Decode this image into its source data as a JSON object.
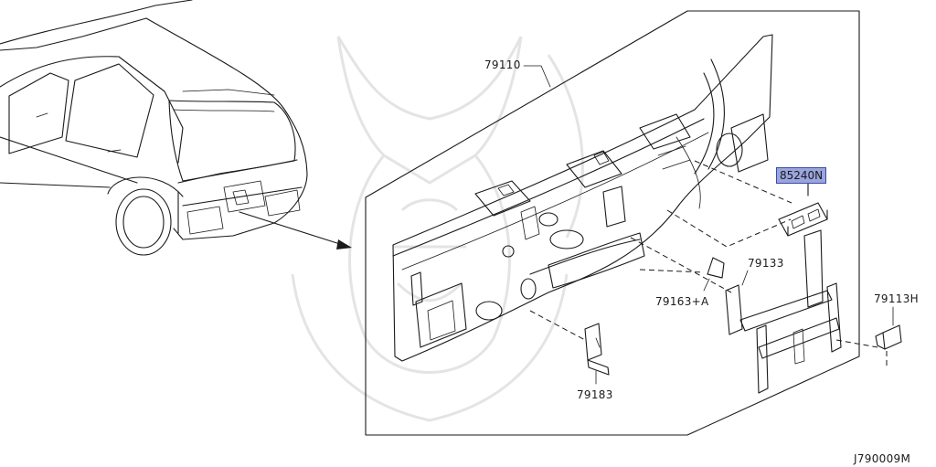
{
  "diagram": {
    "diagram_code": "J790009M",
    "parts": [
      {
        "id": "main-panel",
        "number": "79110"
      },
      {
        "id": "highlighted-part",
        "number": "85240N",
        "highlighted": true
      },
      {
        "id": "bracket-a",
        "number": "79163+A"
      },
      {
        "id": "frame",
        "number": "79133"
      },
      {
        "id": "clip",
        "number": "79113H"
      },
      {
        "id": "lower-bracket",
        "number": "79183"
      }
    ],
    "colors": {
      "line": "#1a1a1a",
      "highlight_fill": "#9aa5de",
      "highlight_border": "#3b49a8",
      "watermark": "#e4e4e4"
    }
  }
}
